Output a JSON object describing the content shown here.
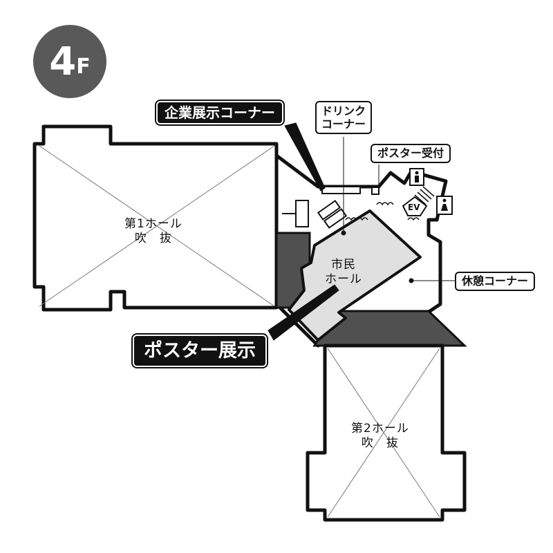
{
  "floor": {
    "number": "4",
    "suffix": "F"
  },
  "halls": {
    "hall1": {
      "line1": "第1ホール",
      "line2": "吹　抜"
    },
    "hall2": {
      "line1": "第2ホール",
      "line2": "吹　抜"
    },
    "civic": {
      "line1": "市民",
      "line2": "ホール"
    }
  },
  "labels": {
    "corporate_exhibit": "企業展示コーナー",
    "drink_corner_line1": "ドリンク",
    "drink_corner_line2": "コーナー",
    "poster_reception": "ポスター受付",
    "rest_corner": "休憩コーナー",
    "poster_exhibit": "ポスター展示",
    "elevator": "EV"
  },
  "colors": {
    "badge": "#595959",
    "dark_area": "#505050",
    "civic_hall": "#e0e0e0",
    "ink": "#111111"
  },
  "icons": [
    "toilet-male-icon",
    "toilet-female-icon",
    "stairs-icon",
    "elevator-icon"
  ]
}
